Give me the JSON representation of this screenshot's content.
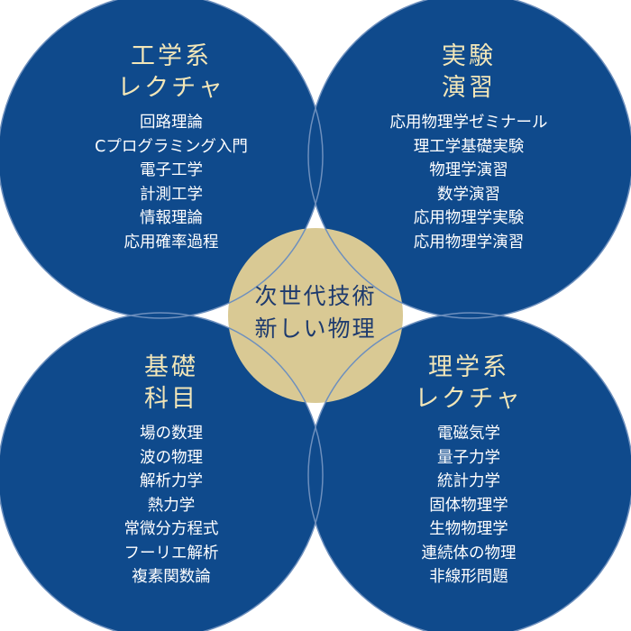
{
  "colors": {
    "circle_fill": "#0f4a8c",
    "circle_outline": "#6d8fbd",
    "center_fill": "#d9c994",
    "title_text": "#f2e6b8",
    "item_text": "#ffffff",
    "center_text": "#1d3a6e"
  },
  "center": {
    "line1": "次世代技術",
    "line2": "新しい物理"
  },
  "quadrants": {
    "top_left": {
      "title_line1": "工学系",
      "title_line2": "レクチャ",
      "items": [
        "回路理論",
        "Cプログラミング入門",
        "電子工学",
        "計測工学",
        "情報理論",
        "応用確率過程"
      ]
    },
    "top_right": {
      "title_line1": "実験",
      "title_line2": "演習",
      "items": [
        "応用物理学ゼミナール",
        "理工学基礎実験",
        "物理学演習",
        "数学演習",
        "応用物理学実験",
        "応用物理学演習"
      ]
    },
    "bottom_left": {
      "title_line1": "基礎",
      "title_line2": "科目",
      "items": [
        "場の数理",
        "波の物理",
        "解析力学",
        "熱力学",
        "常微分方程式",
        "フーリエ解析",
        "複素関数論"
      ]
    },
    "bottom_right": {
      "title_line1": "理学系",
      "title_line2": "レクチャ",
      "items": [
        "電磁気学",
        "量子力学",
        "統計力学",
        "固体物理学",
        "生物物理学",
        "連続体の物理",
        "非線形問題"
      ]
    }
  }
}
